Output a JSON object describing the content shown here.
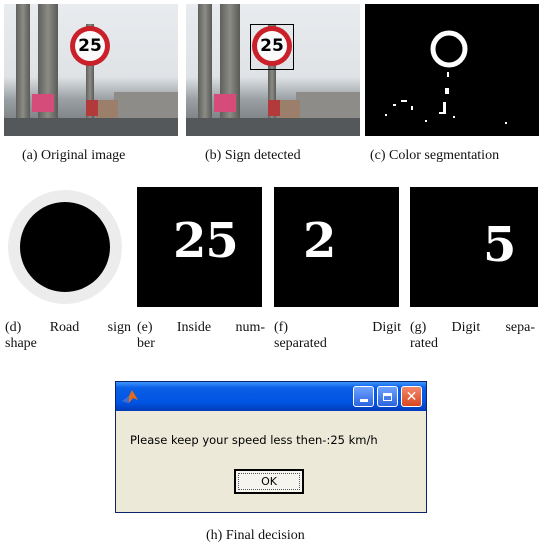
{
  "figure": {
    "row1": [
      {
        "caption": "(a) Original image",
        "sign_text": "25"
      },
      {
        "caption": "(b) Sign detected",
        "sign_text": "25"
      },
      {
        "caption": "(c) Color segmentation"
      }
    ],
    "row2": [
      {
        "caption_line1": "(d)  Road  sign",
        "caption_line2": "shape"
      },
      {
        "caption_line1": "(e)  Inside  num-",
        "caption_line2": "ber",
        "image_text": "25"
      },
      {
        "caption_line1": "(f)          Digit",
        "caption_line2": "separated",
        "image_text": "2"
      },
      {
        "caption_line1": "(g)  Digit  sepa-",
        "caption_line2": "rated",
        "image_text": "5"
      }
    ],
    "dialog": {
      "message": "Please keep your speed less then-:25 km/h",
      "ok_label": "OK",
      "logo_icon": "matlab-logo-icon"
    },
    "final_caption": "(h) Final decision"
  }
}
